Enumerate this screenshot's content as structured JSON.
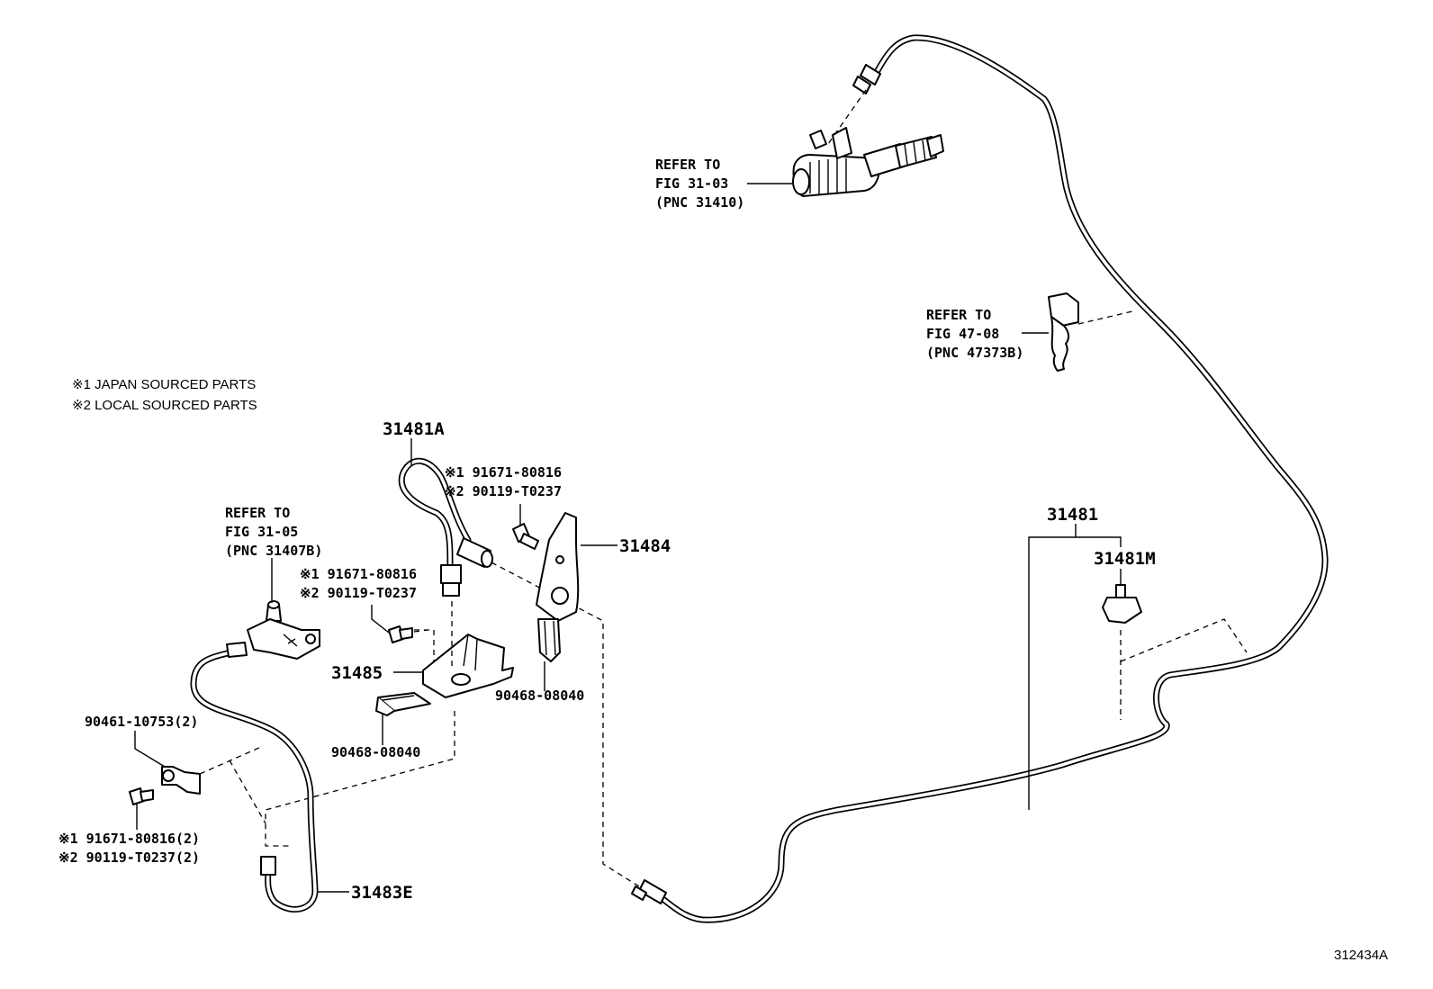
{
  "notes": {
    "n1": "※1 JAPAN SOURCED PARTS",
    "n2": "※2 LOCAL SOURCED PARTS"
  },
  "refs": {
    "master_cyl": {
      "l1": "REFER TO",
      "l2": "FIG 31-03",
      "l3": "(PNC 31410)"
    },
    "clamp": {
      "l1": "REFER TO",
      "l2": "FIG 47-08",
      "l3": "(PNC 47373B)"
    },
    "release_cyl": {
      "l1": "REFER TO",
      "l2": "FIG 31-05",
      "l3": "(PNC 31407B)"
    }
  },
  "parts": {
    "p31481A": "31481A",
    "p31484": "31484",
    "p31485": "31485",
    "p31481": "31481",
    "p31481M": "31481M",
    "p31483E": "31483E",
    "bolt_a_1": "※1 91671-80816",
    "bolt_a_2": "※2 90119-T0237",
    "bolt_b_1": "※1 91671-80816",
    "bolt_b_2": "※2 90119-T0237",
    "bolt_c_1": "※1 91671-80816(2)",
    "bolt_c_2": "※2 90119-T0237(2)",
    "clip_90461": "90461-10753(2)",
    "clip_90468_a": "90468-08040",
    "clip_90468_b": "90468-08040"
  },
  "figure_id": "312434A"
}
